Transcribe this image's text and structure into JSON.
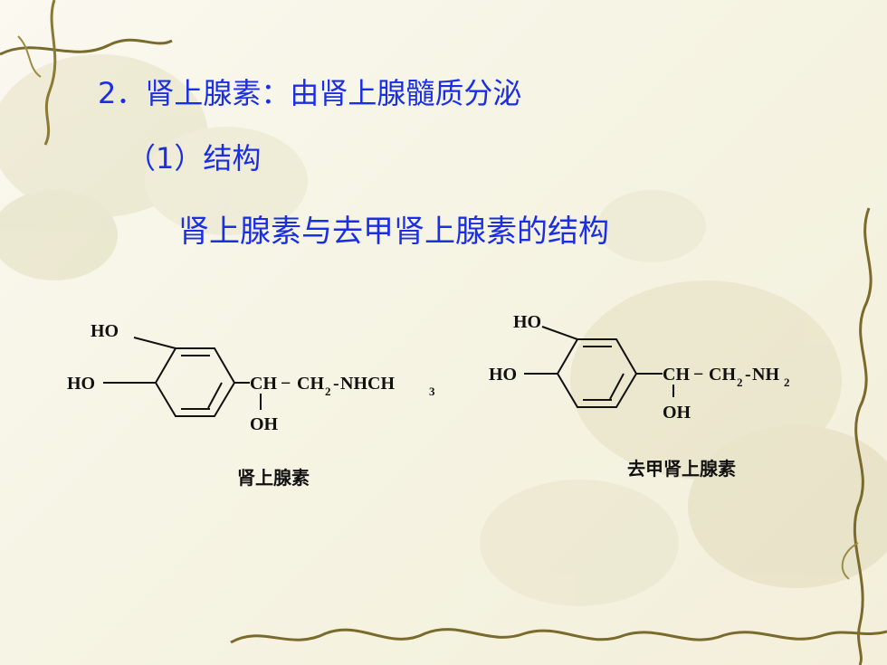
{
  "slide": {
    "heading_main": "2．肾上腺素：由肾上腺髓质分泌",
    "heading_sub": "（1）结构",
    "figure_title": "肾上腺素与去甲肾上腺素的结构"
  },
  "molecules": [
    {
      "caption": "肾上腺素",
      "ho_top": "HO",
      "ho_left": "HO",
      "ch": "CH",
      "dash": "−",
      "ch2": "CH",
      "ch2_sub": "2",
      "amine_prefix": "-",
      "amine": "NHCH",
      "amine_sub": "3",
      "oh": "OH"
    },
    {
      "caption": "去甲肾上腺素",
      "ho_top": "HO",
      "ho_left": "HO",
      "ch": "CH",
      "dash": "−",
      "ch2": "CH",
      "ch2_sub": "2",
      "amine_prefix": "-",
      "amine": "NH",
      "amine_sub": "2",
      "oh": "OH"
    }
  ]
}
